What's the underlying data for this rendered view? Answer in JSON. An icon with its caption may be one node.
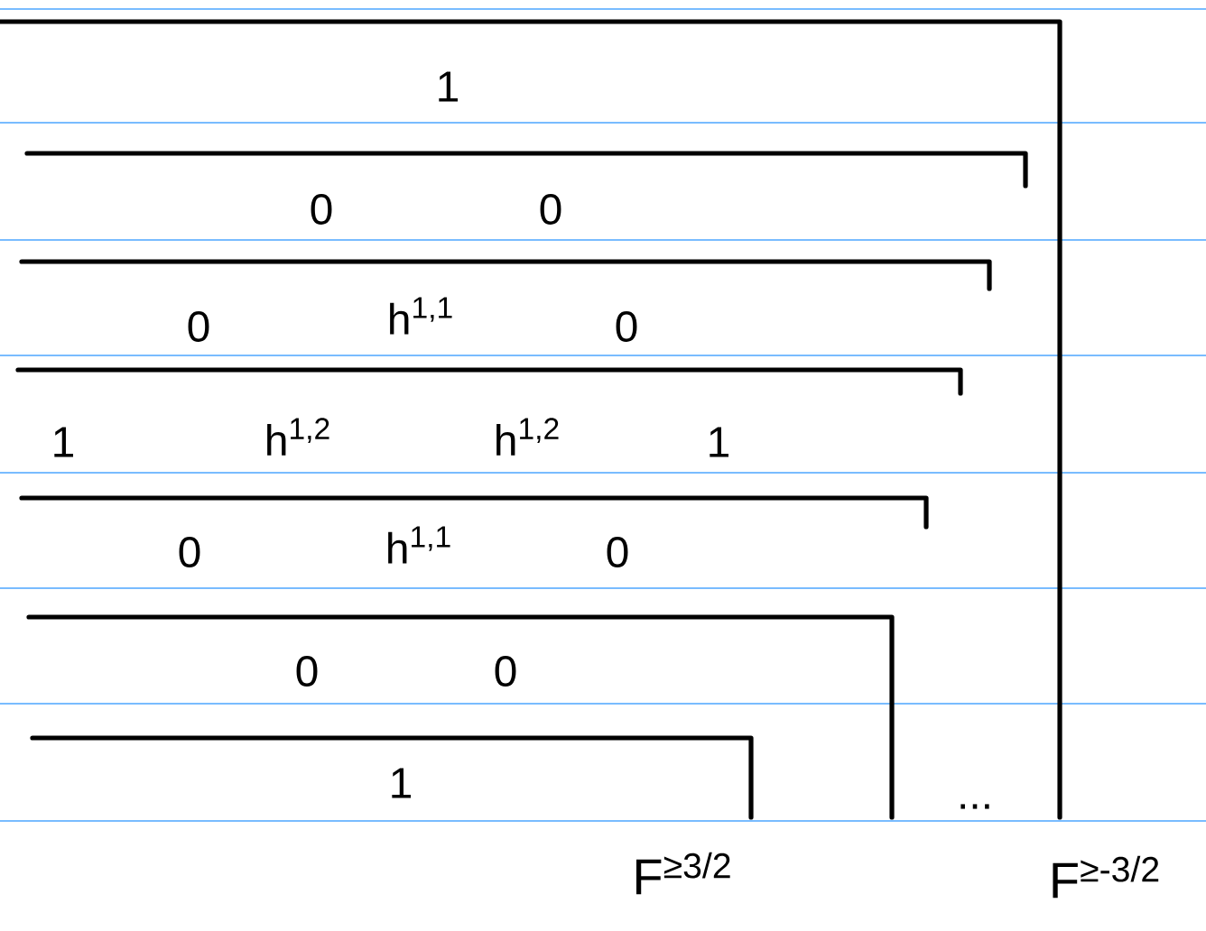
{
  "diagram": {
    "labels": [
      "1",
      "0",
      "0",
      "0",
      "h$^{1,1}$",
      "0",
      "1",
      "h$^{1,2}$",
      "h$^{1,2}$",
      "1",
      "0",
      "h$^{1,1}$",
      "0",
      "0",
      "0",
      "1",
      "...",
      "F$^{≥3/2}$",
      "F$^{≥-3/2}$"
    ]
  }
}
